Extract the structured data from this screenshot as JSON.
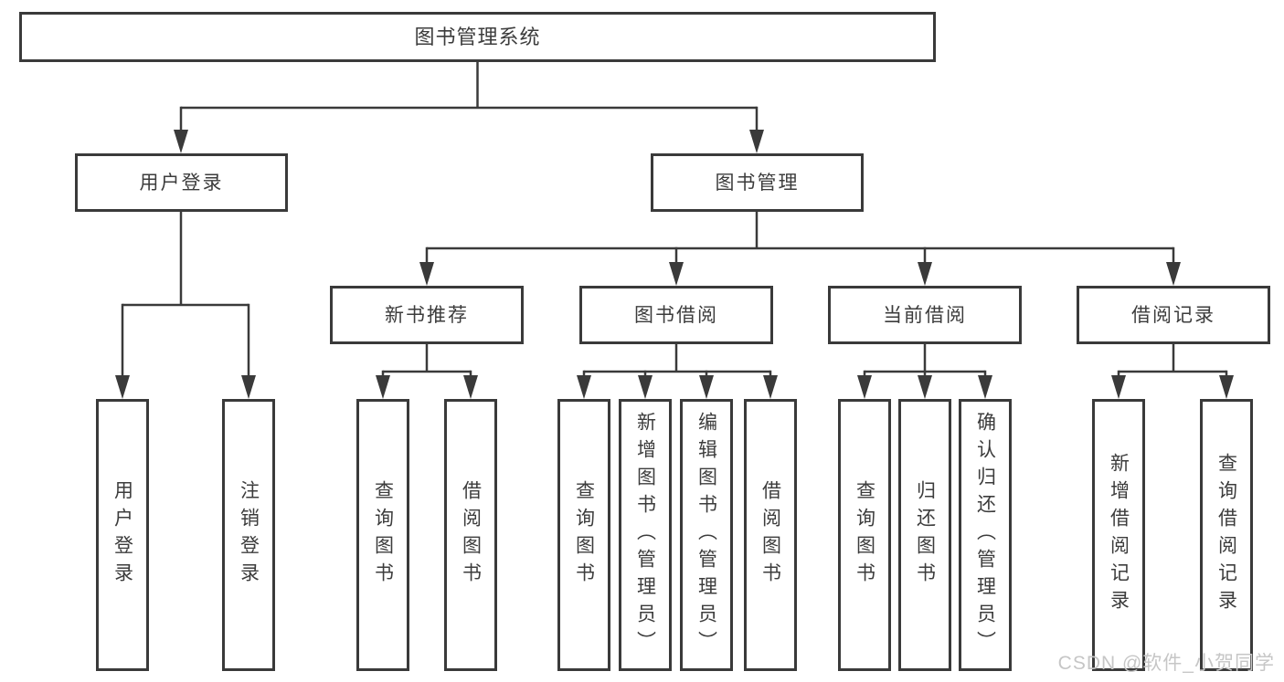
{
  "diagram": {
    "root": "图书管理系统",
    "user_login": {
      "label": "用户登录",
      "children": [
        "用户登录",
        "注销登录"
      ]
    },
    "book_mgmt": {
      "label": "图书管理",
      "sections": {
        "new_books": {
          "label": "新书推荐",
          "children": [
            "查询图书",
            "借阅图书"
          ]
        },
        "book_borrow": {
          "label": "图书借阅",
          "children": [
            "查询图书",
            "新增图书（管理员）",
            "编辑图书（管理员）",
            "借阅图书"
          ]
        },
        "current_borrow": {
          "label": "当前借阅",
          "children": [
            "查询图书",
            "归还图书",
            "确认归还（管理员）"
          ]
        },
        "borrow_records": {
          "label": "借阅记录",
          "children": [
            "新增借阅记录",
            "查询借阅记录"
          ]
        }
      }
    },
    "watermark": "CSDN @软件_小贺同学",
    "colors": {
      "line": "#3a3a3a",
      "text": "#3c3c3c",
      "watermark": "#c6c6c6",
      "background": "#ffffff"
    }
  }
}
